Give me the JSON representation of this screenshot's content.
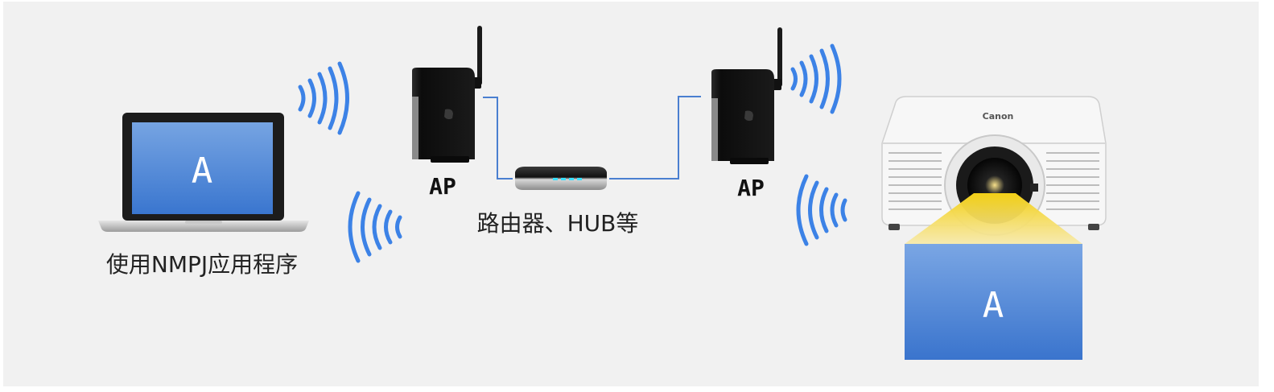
{
  "diagram": {
    "laptop": {
      "screen_text": "A",
      "caption": "使用NMPJ应用程序"
    },
    "access_point_left": {
      "label": "AP"
    },
    "router": {
      "caption": "路由器、HUB等"
    },
    "access_point_right": {
      "label": "AP"
    },
    "projector": {
      "brand_text": "Canon",
      "projected_text": "A"
    },
    "colors": {
      "background": "#f1f1f1",
      "wave_blue": "#3c82e6",
      "wire_blue": "#4a7fd0",
      "screen_blue_top": "#6f9fe0",
      "screen_blue_bottom": "#3c78d0",
      "beam_yellow": "#f5d020",
      "device_black": "#121212"
    }
  }
}
